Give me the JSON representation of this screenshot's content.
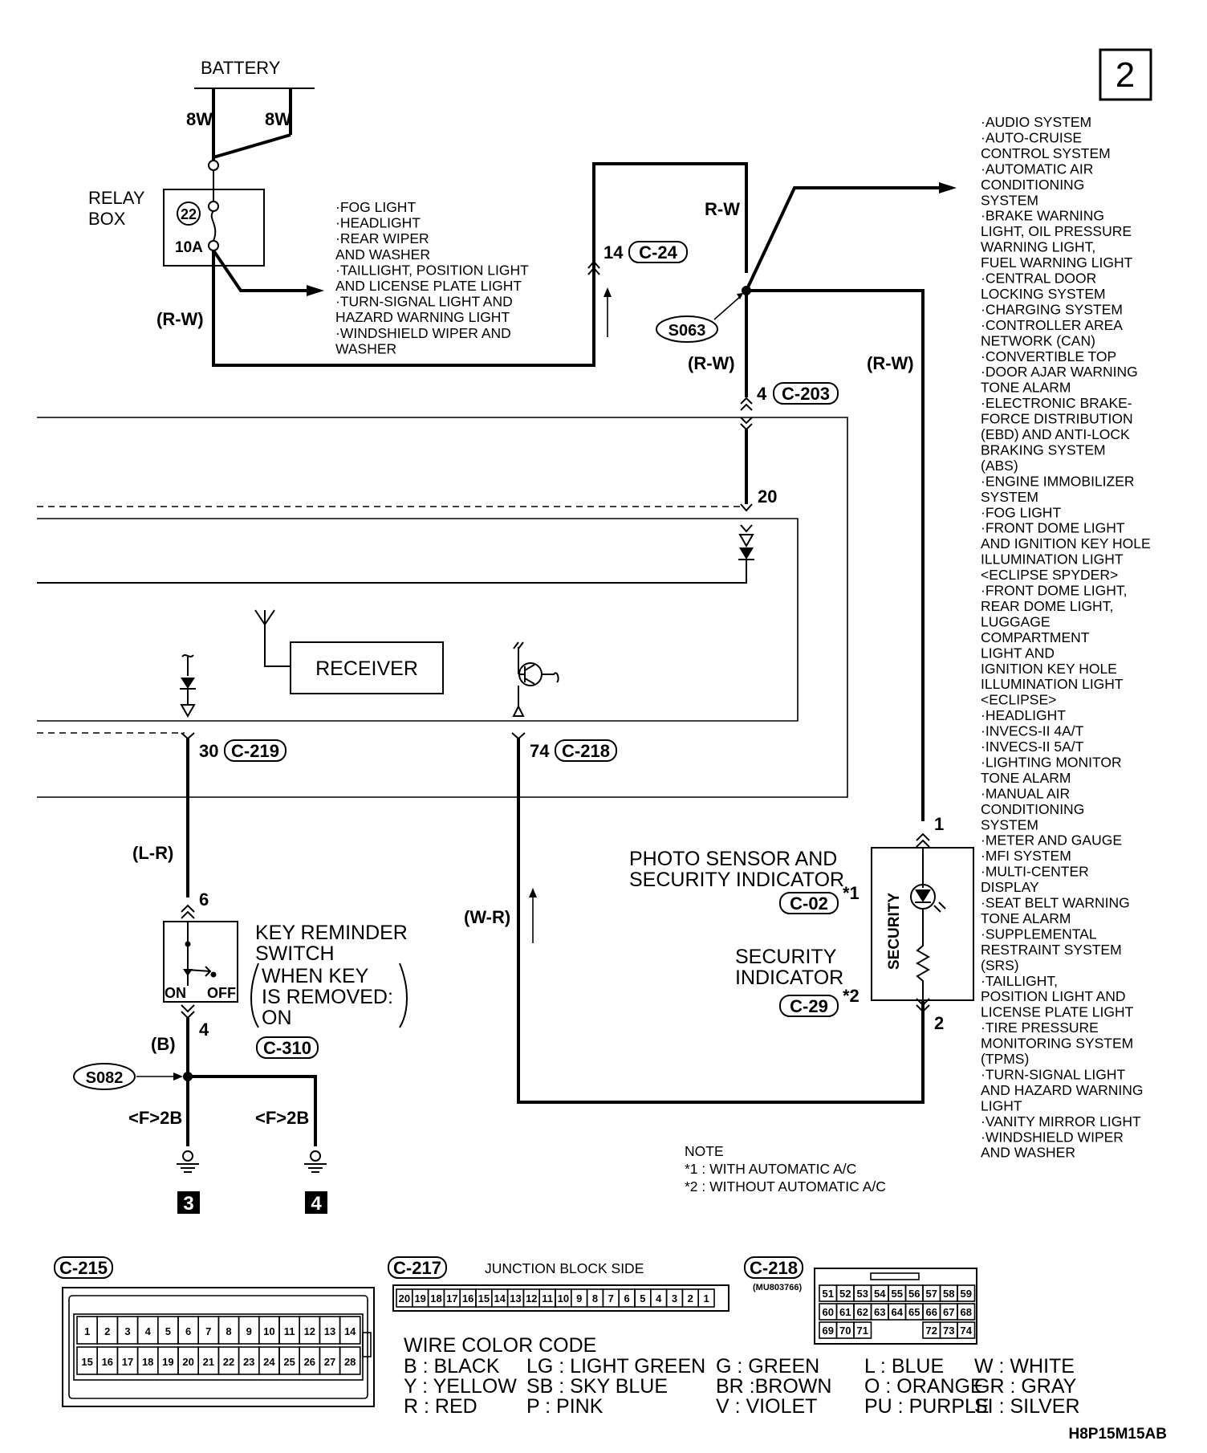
{
  "page_number": "2",
  "battery": {
    "label": "BATTERY",
    "left_wire": "8W",
    "right_wire": "8W"
  },
  "relay_box": {
    "label_line1": "RELAY",
    "label_line2": "BOX",
    "fuse_number": "22",
    "fuse_rating": "10A"
  },
  "fuse_feeds": [
    "·FOG LIGHT",
    "·HEADLIGHT",
    "·REAR WIPER",
    " AND WASHER",
    "·TAILLIGHT, POSITION LIGHT",
    " AND LICENSE PLATE LIGHT",
    "·TURN-SIGNAL LIGHT AND",
    " HAZARD WARNING LIGHT",
    "·WINDSHIELD WIPER AND",
    " WASHER"
  ],
  "wires": {
    "rw_relay": "(R-W)",
    "rw_top": "R-W",
    "rw_mid": "(R-W)",
    "rw_right": "(R-W)",
    "lr": "(L-R)",
    "wr": "(W-R)",
    "b": "(B)",
    "f2b_left": "<F>2B",
    "f2b_right": "<F>2B"
  },
  "connectors": {
    "c24_pin": "14",
    "c24": "C-24",
    "c203_pin": "4",
    "c203": "C-203",
    "pin20": "20",
    "c219_pin": "30",
    "c219": "C-219",
    "c218_pin": "74",
    "c218": "C-218",
    "c310": "C-310",
    "pin6": "6",
    "pin4": "4",
    "c02": "C-02",
    "c29": "C-29",
    "sec_pin1": "1",
    "sec_pin2": "2"
  },
  "splices": {
    "s063": "S063",
    "s082": "S082"
  },
  "receiver": "RECEIVER",
  "photo_sensor": {
    "line1": "PHOTO SENSOR AND",
    "line2": "SECURITY INDICATOR",
    "mark": "*1"
  },
  "security_indicator": {
    "line1": "SECURITY",
    "line2": "INDICATOR",
    "mark": "*2",
    "box_label": "SECURITY"
  },
  "key_reminder": {
    "line1": "KEY REMINDER",
    "line2": "SWITCH",
    "cond1": "WHEN KEY",
    "cond2": "IS REMOVED:",
    "cond3": "ON",
    "on": "ON",
    "off": "OFF"
  },
  "grounds": {
    "left": "3",
    "right": "4"
  },
  "systems": [
    "·AUDIO SYSTEM",
    "·AUTO-CRUISE",
    " CONTROL SYSTEM",
    "·AUTOMATIC AIR",
    " CONDITIONING",
    " SYSTEM",
    "·BRAKE WARNING",
    " LIGHT, OIL PRESSURE",
    " WARNING LIGHT,",
    " FUEL WARNING LIGHT",
    "·CENTRAL DOOR",
    " LOCKING SYSTEM",
    "·CHARGING SYSTEM",
    "·CONTROLLER AREA",
    " NETWORK (CAN)",
    "·CONVERTIBLE TOP",
    "·DOOR AJAR WARNING",
    " TONE ALARM",
    "·ELECTRONIC BRAKE-",
    " FORCE DISTRIBUTION",
    " (EBD) AND ANTI-LOCK",
    " BRAKING SYSTEM",
    " (ABS)",
    "·ENGINE IMMOBILIZER",
    " SYSTEM",
    "·FOG LIGHT",
    "·FRONT DOME LIGHT",
    " AND IGNITION KEY HOLE",
    " ILLUMINATION LIGHT",
    " <ECLIPSE SPYDER>",
    "·FRONT DOME LIGHT,",
    " REAR DOME LIGHT,",
    " LUGGAGE",
    " COMPARTMENT",
    " LIGHT AND",
    " IGNITION KEY HOLE",
    " ILLUMINATION LIGHT",
    " <ECLIPSE>",
    "·HEADLIGHT",
    "·INVECS-II 4A/T",
    "·INVECS-II 5A/T",
    "·LIGHTING MONITOR",
    " TONE ALARM",
    "·MANUAL AIR",
    " CONDITIONING",
    " SYSTEM",
    "·METER AND GAUGE",
    "·MFI SYSTEM",
    "·MULTI-CENTER",
    " DISPLAY",
    "·SEAT BELT WARNING",
    " TONE ALARM",
    "·SUPPLEMENTAL",
    " RESTRAINT SYSTEM",
    " (SRS)",
    "·TAILLIGHT,",
    " POSITION LIGHT AND",
    " LICENSE PLATE LIGHT",
    "·TIRE PRESSURE",
    " MONITORING SYSTEM",
    " (TPMS)",
    "·TURN-SIGNAL LIGHT",
    " AND HAZARD WARNING",
    " LIGHT",
    "·VANITY MIRROR LIGHT",
    "·WINDSHIELD WIPER",
    " AND WASHER"
  ],
  "note": {
    "title": "NOTE",
    "line1": "*1 : WITH AUTOMATIC A/C",
    "line2": "*2 : WITHOUT AUTOMATIC A/C"
  },
  "connector_views": {
    "c215": "C-215",
    "c215_row1": [
      "1",
      "2",
      "3",
      "4",
      "5",
      "6",
      "7",
      "8",
      "9",
      "10",
      "11",
      "12",
      "13",
      "14"
    ],
    "c215_row2": [
      "15",
      "16",
      "17",
      "18",
      "19",
      "20",
      "21",
      "22",
      "23",
      "24",
      "25",
      "26",
      "27",
      "28"
    ],
    "c217": "C-217",
    "c217_caption": "JUNCTION BLOCK SIDE",
    "c217_pins": [
      "20",
      "19",
      "18",
      "17",
      "16",
      "15",
      "14",
      "13",
      "12",
      "11",
      "10",
      "9",
      "8",
      "7",
      "6",
      "5",
      "4",
      "3",
      "2",
      "1"
    ],
    "c218": "C-218",
    "c218_part": "(MU803766)",
    "c218_row1": [
      "51",
      "52",
      "53",
      "54",
      "55",
      "56",
      "57",
      "58",
      "59"
    ],
    "c218_row2": [
      "60",
      "61",
      "62",
      "63",
      "64",
      "65",
      "66",
      "67",
      "68"
    ],
    "c218_row3": [
      "69",
      "70",
      "71",
      "",
      "",
      "",
      "72",
      "73",
      "74"
    ]
  },
  "wire_color_code": {
    "title": "WIRE COLOR CODE",
    "row1": [
      "B : BLACK",
      "LG : LIGHT GREEN",
      "G : GREEN",
      "L : BLUE",
      "W : WHITE"
    ],
    "row2": [
      "Y : YELLOW",
      "SB : SKY BLUE",
      "BR :BROWN",
      "O : ORANGE",
      "GR : GRAY"
    ],
    "row3": [
      "R : RED",
      "P : PINK",
      "V : VIOLET",
      "PU : PURPLE",
      "SI : SILVER"
    ]
  },
  "figure_code": "H8P15M15AB"
}
